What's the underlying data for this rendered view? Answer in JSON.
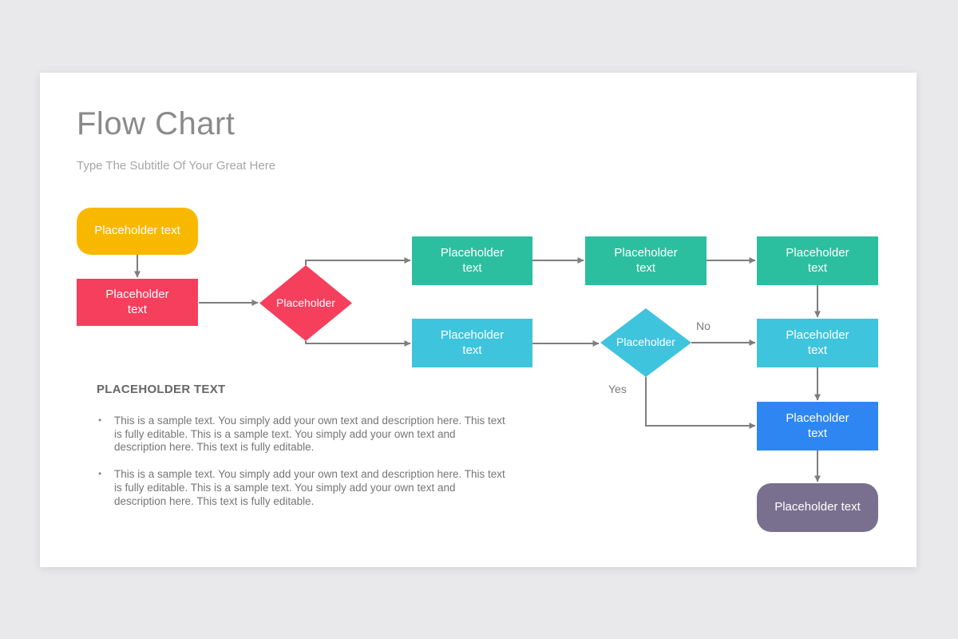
{
  "page": {
    "background": "#E9E9EB",
    "slide_background": "#FFFFFF"
  },
  "header": {
    "title": "Flow Chart",
    "subtitle": "Type The Subtitle Of Your Great Here"
  },
  "flowchart": {
    "arrow_color": "#7E7E7E",
    "nodes": [
      {
        "id": "start",
        "label": "Placeholder text",
        "shape": "rounded-rect",
        "color": "#F9B800"
      },
      {
        "id": "step-1",
        "label": "Placeholder text",
        "shape": "rect",
        "color": "#F63E5D"
      },
      {
        "id": "decision-1",
        "label": "Placeholder",
        "shape": "diamond",
        "color": "#F63E5D"
      },
      {
        "id": "branch-top-1",
        "label": "Placeholder text",
        "shape": "rect",
        "color": "#2CBF9F"
      },
      {
        "id": "branch-top-2",
        "label": "Placeholder text",
        "shape": "rect",
        "color": "#2CBF9F"
      },
      {
        "id": "branch-top-3",
        "label": "Placeholder text",
        "shape": "rect",
        "color": "#2CBF9F"
      },
      {
        "id": "branch-bottom-1",
        "label": "Placeholder text",
        "shape": "rect",
        "color": "#3FC4DE"
      },
      {
        "id": "decision-2",
        "label": "Placeholder",
        "shape": "diamond",
        "color": "#3FC4DE"
      },
      {
        "id": "no-target",
        "label": "Placeholder text",
        "shape": "rect",
        "color": "#3FC4DE"
      },
      {
        "id": "yes-target",
        "label": "Placeholder text",
        "shape": "rect",
        "color": "#2E86F2"
      },
      {
        "id": "end",
        "label": "Placeholder text",
        "shape": "rounded-rect",
        "color": "#79708F"
      }
    ],
    "edge_labels": {
      "no": "No",
      "yes": "Yes"
    }
  },
  "notes": {
    "heading": "PLACEHOLDER TEXT",
    "bullets": [
      "This is a sample text. You simply add your own text and description here. This text is fully editable. This is a sample text. You simply add your own text and description here. This text is fully editable.",
      "This is a sample text. You simply add your own text and description here. This text is fully editable. This is a sample text. You simply add your own text and description here. This text is fully editable."
    ]
  }
}
